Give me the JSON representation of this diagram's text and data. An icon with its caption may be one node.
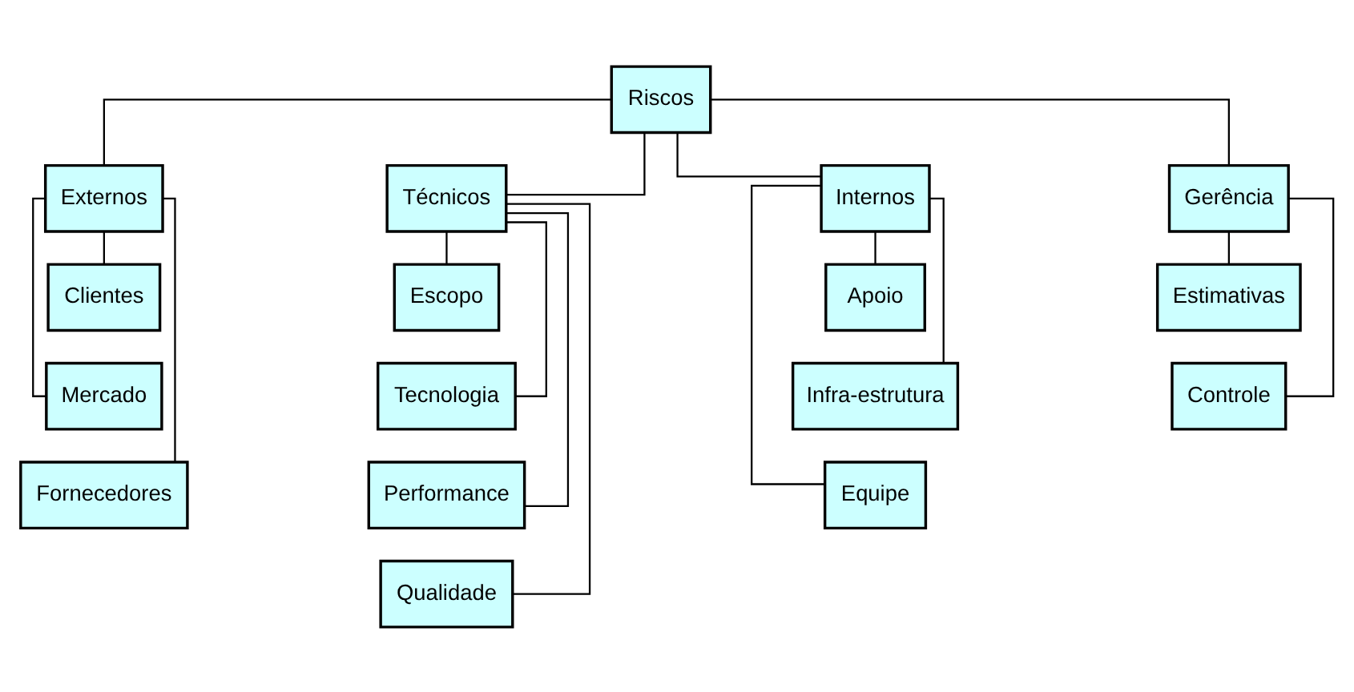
{
  "diagram": {
    "nodes": [
      {
        "text": [
          "Riscos"
        ]
      },
      {
        "text": [
          "Externos"
        ]
      },
      {
        "text": [
          "Técnicos"
        ]
      },
      {
        "text": [
          "Internos"
        ]
      },
      {
        "text": [
          "Gerência"
        ]
      },
      {
        "text": [
          "Clientes"
        ]
      },
      {
        "text": [
          "Mercado"
        ]
      },
      {
        "text": [
          "Fornecedores"
        ]
      },
      {
        "text": [
          "Escopo"
        ]
      },
      {
        "text": [
          "Tecnologia"
        ]
      },
      {
        "text": [
          "Performance"
        ]
      },
      {
        "text": [
          "Qualidade"
        ]
      },
      {
        "text": [
          "Apoio"
        ]
      },
      {
        "text": [
          "Infra-estrutura"
        ]
      },
      {
        "text": [
          "Equipe"
        ]
      },
      {
        "text": [
          "Estimativas"
        ]
      },
      {
        "text": [
          "Controle"
        ]
      }
    ],
    "edges": [
      {
        "from": 0,
        "to": 1,
        "arrow": "none"
      },
      {
        "from": 0,
        "to": 2,
        "arrow": "none"
      },
      {
        "from": 0,
        "to": 3,
        "arrow": "none"
      },
      {
        "from": 0,
        "to": 4,
        "arrow": "none"
      },
      {
        "from": 1,
        "to": 5,
        "arrow": "none"
      },
      {
        "from": 1,
        "to": 6,
        "arrow": "none"
      },
      {
        "from": 1,
        "to": 7,
        "arrow": "none"
      },
      {
        "from": 2,
        "to": 8,
        "arrow": "none"
      },
      {
        "from": 2,
        "to": 9,
        "arrow": "none"
      },
      {
        "from": 2,
        "to": 10,
        "arrow": "none"
      },
      {
        "from": 2,
        "to": 11,
        "arrow": "none"
      },
      {
        "from": 3,
        "to": 12,
        "arrow": "none"
      },
      {
        "from": 3,
        "to": 13,
        "arrow": "none"
      },
      {
        "from": 3,
        "to": 14,
        "arrow": "none"
      },
      {
        "from": 4,
        "to": 15,
        "arrow": "none"
      },
      {
        "from": 4,
        "to": 16,
        "arrow": "none"
      }
    ]
  }
}
